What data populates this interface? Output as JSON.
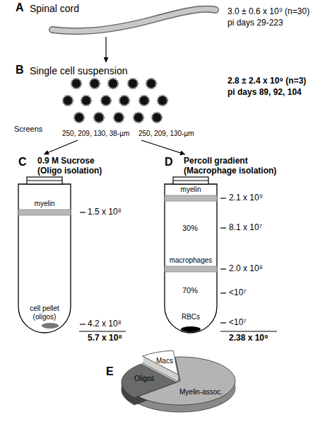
{
  "diagram": {
    "nodes": [
      {
        "text": [
          "A",
          "Spinal cord",
          "3.0 ± 0.6 x 10⁹ (n=30)",
          "pi days 29-223"
        ]
      },
      {
        "text": [
          "B",
          "Single cell suspension",
          "2.8 ± 2.4 x 10⁹ (n=3)",
          "pi days 89, 92, 104"
        ]
      },
      {
        "text": [
          "C",
          "0.9 M Sucrose",
          "(Oligo isolation)"
        ]
      },
      {
        "text": [
          "D",
          "Percoll gradient",
          "(Macrophage isolation)"
        ]
      },
      {
        "text": [
          "myelin"
        ],
        "in": 2
      },
      {
        "text": [
          "cell pellet (oligos)"
        ],
        "in": 2
      },
      {
        "text": [
          "myelin"
        ],
        "in": 3
      },
      {
        "text": [
          "macrophages"
        ],
        "in": 3
      },
      {
        "text": [
          "RBCs"
        ],
        "in": 3
      },
      {
        "text": [
          "E",
          "Macs",
          "Oligos",
          "Myelin-assoc."
        ]
      }
    ],
    "edges": [
      {
        "from": 0,
        "to": 1,
        "arrow": "to"
      },
      {
        "from": 1,
        "to": 2,
        "arrow": "to"
      },
      {
        "from": 1,
        "to": 3,
        "arrow": "to"
      }
    ],
    "labels": [
      "Screens",
      "250, 209, 130, 38-µm",
      "250, 209, 130-µm",
      "1.5 x 10⁸",
      "4.2 x 10⁸",
      "5.7 x 10⁸",
      "2.1 x 10⁹",
      "30%",
      "8.1 x 10⁷",
      "2.0 x 10⁸",
      "70%",
      "<10⁷",
      "<10⁷",
      "2.38 x 10⁹"
    ]
  }
}
